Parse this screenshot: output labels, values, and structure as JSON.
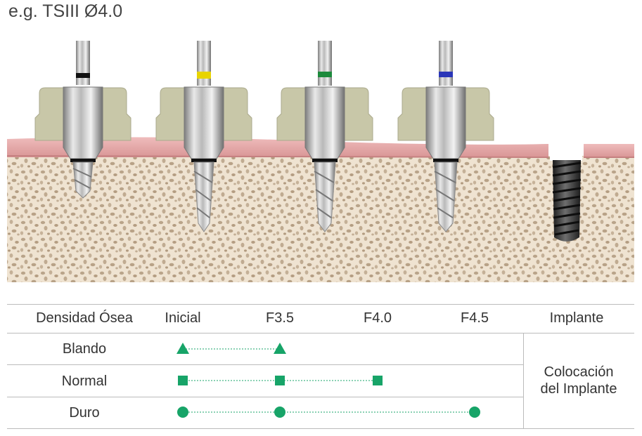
{
  "title": "e.g. TSIII Ø4.0",
  "table": {
    "headers": [
      "Densidad Ósea",
      "Inicial",
      "F3.5",
      "F4.0",
      "F4.5",
      "Implante"
    ],
    "rows": [
      {
        "label": "Blando",
        "marker": "triangle",
        "steps": [
          1,
          2
        ]
      },
      {
        "label": "Normal",
        "marker": "square",
        "steps": [
          1,
          2,
          3
        ]
      },
      {
        "label": "Duro",
        "marker": "circle",
        "steps": [
          1,
          2,
          4
        ]
      }
    ],
    "implant_label_line1": "Colocación",
    "implant_label_line2": "del Implante"
  },
  "colors": {
    "marker_green": "#17a468",
    "gum_pink": "#e7a8a8",
    "bone_beige": "#efe3d1",
    "guide_khaki": "#c8c7a8",
    "drill_rings": [
      "#111111",
      "#e8d400",
      "#1c8a3c",
      "#2a36b8"
    ]
  }
}
